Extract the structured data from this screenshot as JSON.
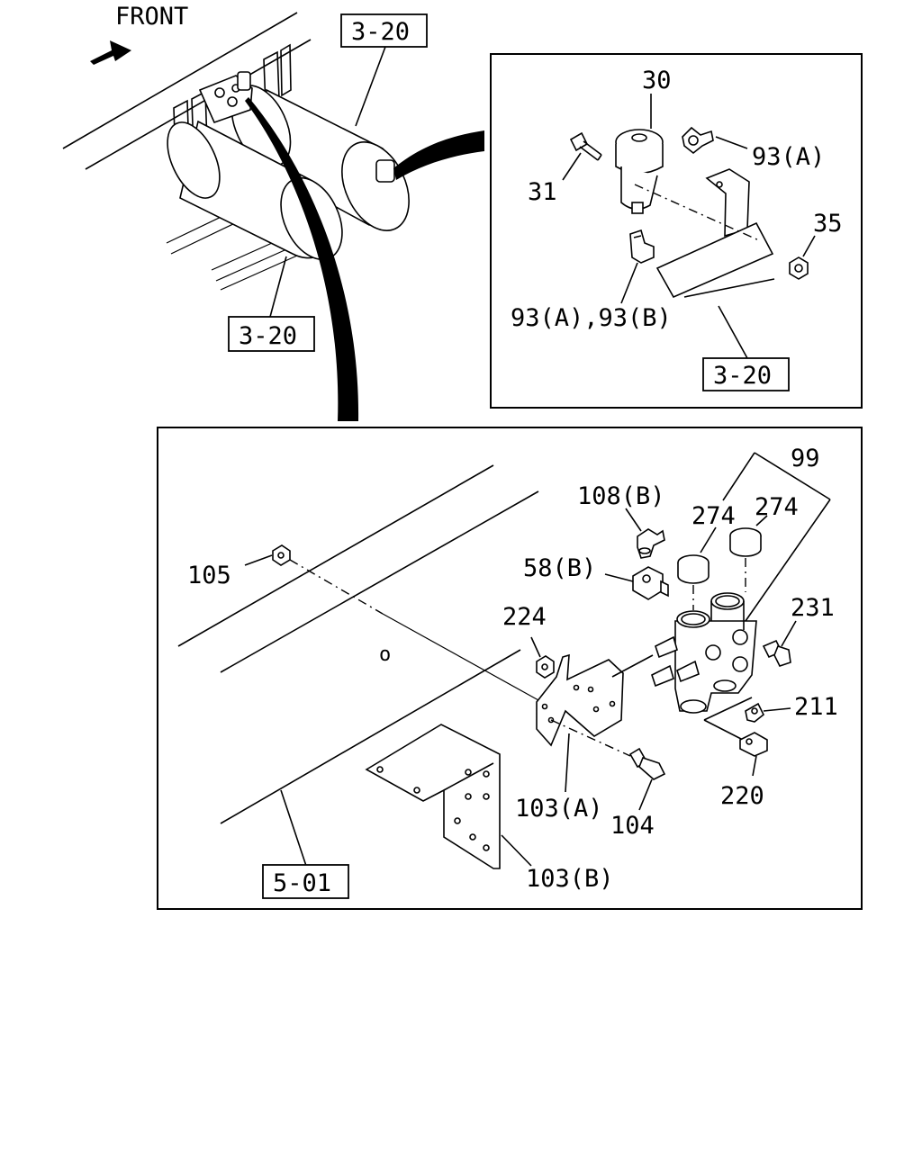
{
  "direction": {
    "label": "FRONT",
    "icon": "front-arrow-icon"
  },
  "references": {
    "top_tank_ref": "3-20",
    "lower_tank_ref": "3-20",
    "inset_ref": "3-20",
    "frame_ref": "5-01"
  },
  "inset_parts": {
    "p30": "30",
    "p31": "31",
    "p93a_top": "93(A)",
    "p35": "35",
    "p93ab": "93(A),93(B)"
  },
  "lower_parts": {
    "p99": "99",
    "p108b": "108(B)",
    "p274_left": "274",
    "p274_right": "274",
    "p58b": "58(B)",
    "p105": "105",
    "p224": "224",
    "p231": "231",
    "p211": "211",
    "p220": "220",
    "p103a": "103(A)",
    "p104": "104",
    "p103b": "103(B)",
    "hole_mark": "o"
  }
}
